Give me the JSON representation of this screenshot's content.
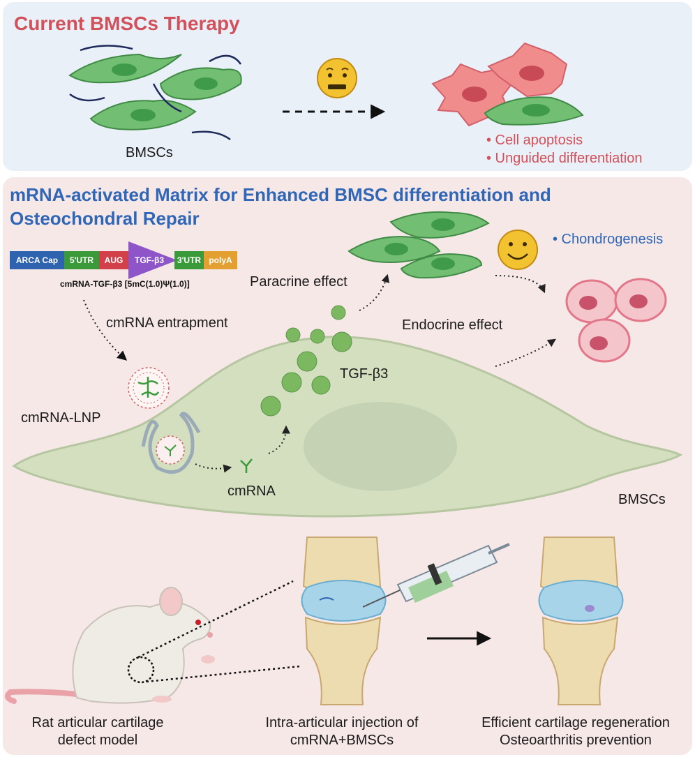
{
  "top": {
    "title": "Current BMSCs Therapy",
    "cells_label": "BMSCs",
    "bullets": [
      "• Cell apoptosis",
      "• Unguided differentiation"
    ]
  },
  "bottom": {
    "title_line1": "mRNA-activated Matrix for Enhanced BMSC differentiation and",
    "title_line2": "Osteochondral Repair",
    "construct": {
      "segments": [
        "ARCA Cap",
        "5'UTR",
        "AUG",
        "TGF-β3",
        "3'UTR",
        "polyA"
      ],
      "label": "cmRNA-TGF-β3 [5mC(1.0)Ψ(1.0)]"
    },
    "paracrine_label": "Paracrine effect",
    "endocrine_label": "Endocrine effect",
    "chondrogenesis_label": "• Chondrogenesis",
    "entrapment_label": "cmRNA entrapment",
    "lnp_label": "cmRNA-LNP",
    "tgf_label": "TGF-β3",
    "cmrna_label": "cmRNA",
    "bmsc_label": "BMSCs",
    "captions": {
      "rat": [
        "Rat articular cartilage",
        "defect model"
      ],
      "injection": [
        "Intra-articular injection of",
        "cmRNA+BMSCs"
      ],
      "result": [
        "Efficient cartilage regeneration",
        "Osteoarthritis prevention"
      ]
    }
  },
  "colors": {
    "red_accent": "#d2505a",
    "blue_accent": "#2f66b6",
    "msc_green": "#72bf73",
    "apoptotic_pink": "#f08c8c",
    "chondrocyte_pink": "#f5c5cc",
    "big_cell": "#d4dfc0"
  }
}
